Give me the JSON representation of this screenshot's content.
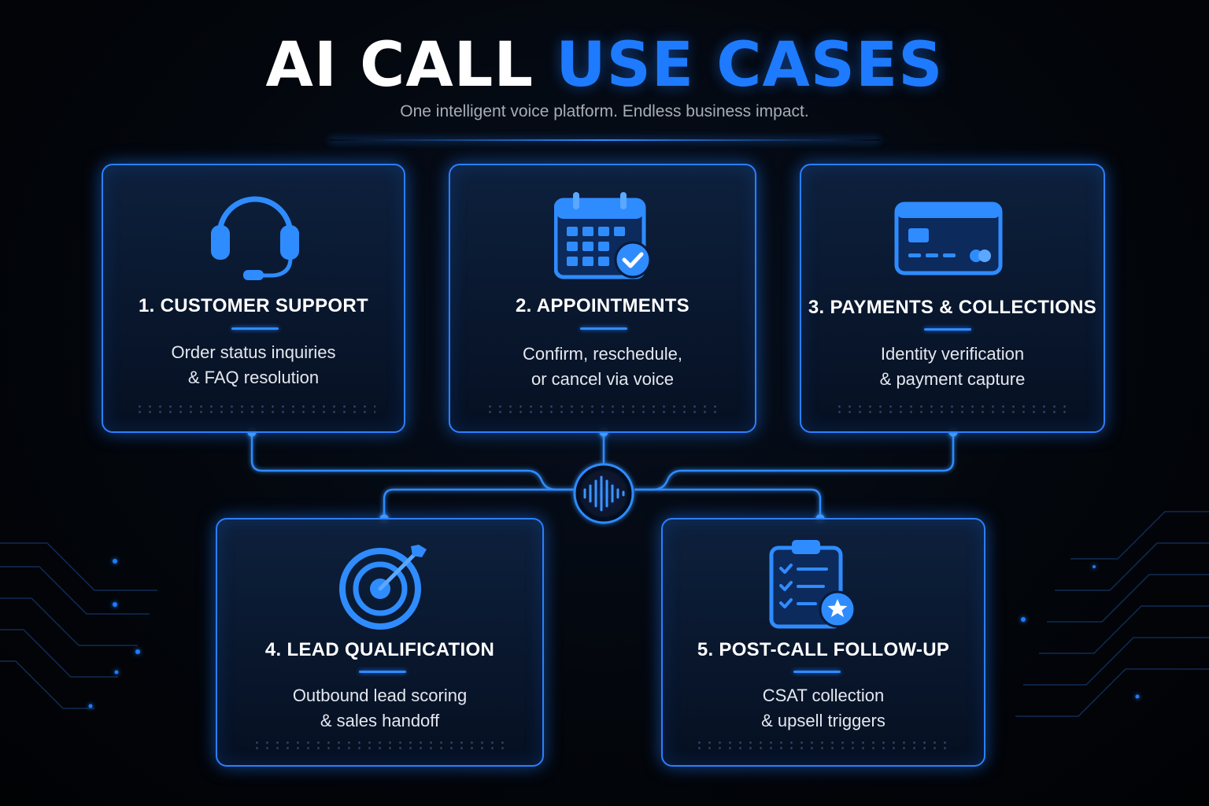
{
  "header": {
    "title_part1": "AI CALL",
    "title_part2": "USE CASES",
    "subtitle": "One intelligent voice platform. Endless business impact."
  },
  "colors": {
    "accent": "#1e7bff",
    "background": "#03060c",
    "card_border": "#2c7fff",
    "text": "#ffffff",
    "subtext": "#a7adb7"
  },
  "hub": {
    "icon": "sound-wave-icon"
  },
  "use_cases": [
    {
      "title": "1. CUSTOMER SUPPORT",
      "line1": "Order status inquiries",
      "line2": "& FAQ resolution",
      "icon": "headset-icon"
    },
    {
      "title": "2.  APPOINTMENTS",
      "line1": "Confirm, reschedule,",
      "line2": "or cancel via voice",
      "icon": "calendar-check-icon"
    },
    {
      "title": "3. PAYMENTS & COLLECTIONS",
      "line1": "Identity verification",
      "line2": "& payment capture",
      "icon": "credit-card-icon"
    },
    {
      "title": "4. LEAD QUALIFICATION",
      "line1": "Outbound lead scoring",
      "line2": "& sales handoff",
      "icon": "target-arrow-icon"
    },
    {
      "title": "5. POST-CALL FOLLOW-UP",
      "line1": "CSAT collection",
      "line2": "& upsell triggers",
      "icon": "clipboard-checklist-star-icon"
    }
  ]
}
